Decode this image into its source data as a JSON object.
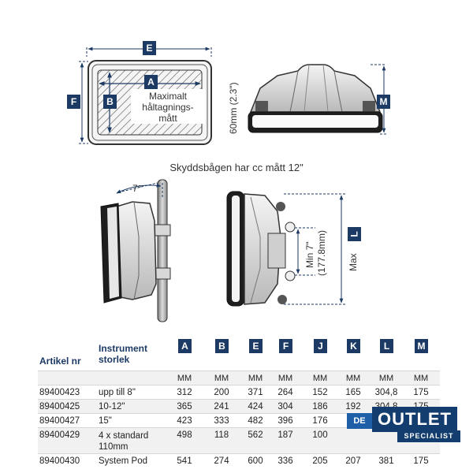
{
  "drawing_labels": {
    "E": "E",
    "F": "F",
    "A": "A",
    "B": "B",
    "M": "M",
    "L": "L",
    "inner_text": [
      "Maximalt",
      "håltagnings-",
      "mått"
    ],
    "height_60mm": "60mm (2.3\")",
    "angle": "7°",
    "min_label": "Min 7\"",
    "min_mm": "(177.8mm)",
    "max_label": "Max"
  },
  "caption": "Skyddsbågen har cc mått 12\"",
  "table": {
    "col_article": "Artikel nr",
    "col_instrument": "Instrument storlek",
    "letters": [
      "A",
      "B",
      "E",
      "F",
      "J",
      "K",
      "L",
      "M"
    ],
    "unit": "MM",
    "rows": [
      {
        "article": "89400423",
        "instrument": "upp till 8\"",
        "values": [
          "312",
          "200",
          "371",
          "264",
          "152",
          "165",
          "304,8",
          "175"
        ]
      },
      {
        "article": "89400425",
        "instrument": "10-12\"",
        "values": [
          "365",
          "241",
          "424",
          "304",
          "186",
          "192",
          "304,8",
          "175"
        ]
      },
      {
        "article": "89400427",
        "instrument": "15\"",
        "values": [
          "423",
          "333",
          "482",
          "396",
          "176",
          "",
          "",
          ""
        ]
      },
      {
        "article": "89400429",
        "instrument": "4 x standard 110mm",
        "values": [
          "498",
          "118",
          "562",
          "187",
          "100",
          "",
          "",
          ""
        ]
      },
      {
        "article": "89400430",
        "instrument": "System Pod",
        "values": [
          "541",
          "274",
          "600",
          "336",
          "205",
          "207",
          "381",
          "175"
        ]
      }
    ]
  },
  "badge": {
    "de": "DE",
    "outlet": "OUTLET",
    "specialist": "SPECIALIST"
  }
}
